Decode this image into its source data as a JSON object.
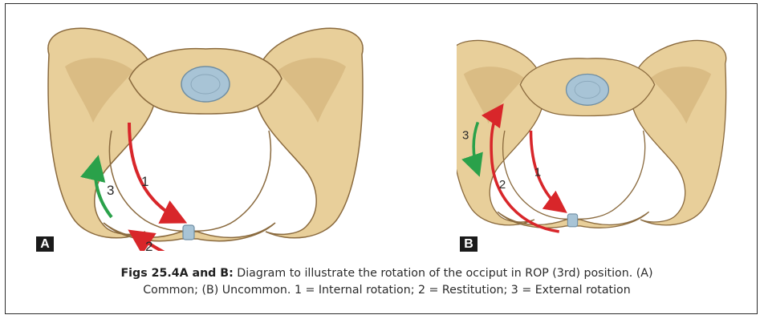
{
  "panels": [
    {
      "letter": "A",
      "labels": {
        "n1": "1",
        "n2": "2",
        "n3": "3"
      }
    },
    {
      "letter": "B",
      "labels": {
        "n1": "1",
        "n2": "2",
        "n3": "3"
      }
    }
  ],
  "caption": {
    "label": "Figs 25.4A and B:",
    "line1": "Diagram to illustrate the rotation of the occiput in ROP (3rd) position. (A)",
    "line2": "Common; (B) Uncommon. 1 = Internal rotation; 2 = Restitution; 3 = External rotation"
  },
  "colors": {
    "bone": "#e8cf9a",
    "bone_shadow": "#c9a56a",
    "bone_outline": "#8a6a3e",
    "disc": "#a8c4d6",
    "arrow_red": "#d8262a",
    "arrow_green": "#2aa14a"
  }
}
